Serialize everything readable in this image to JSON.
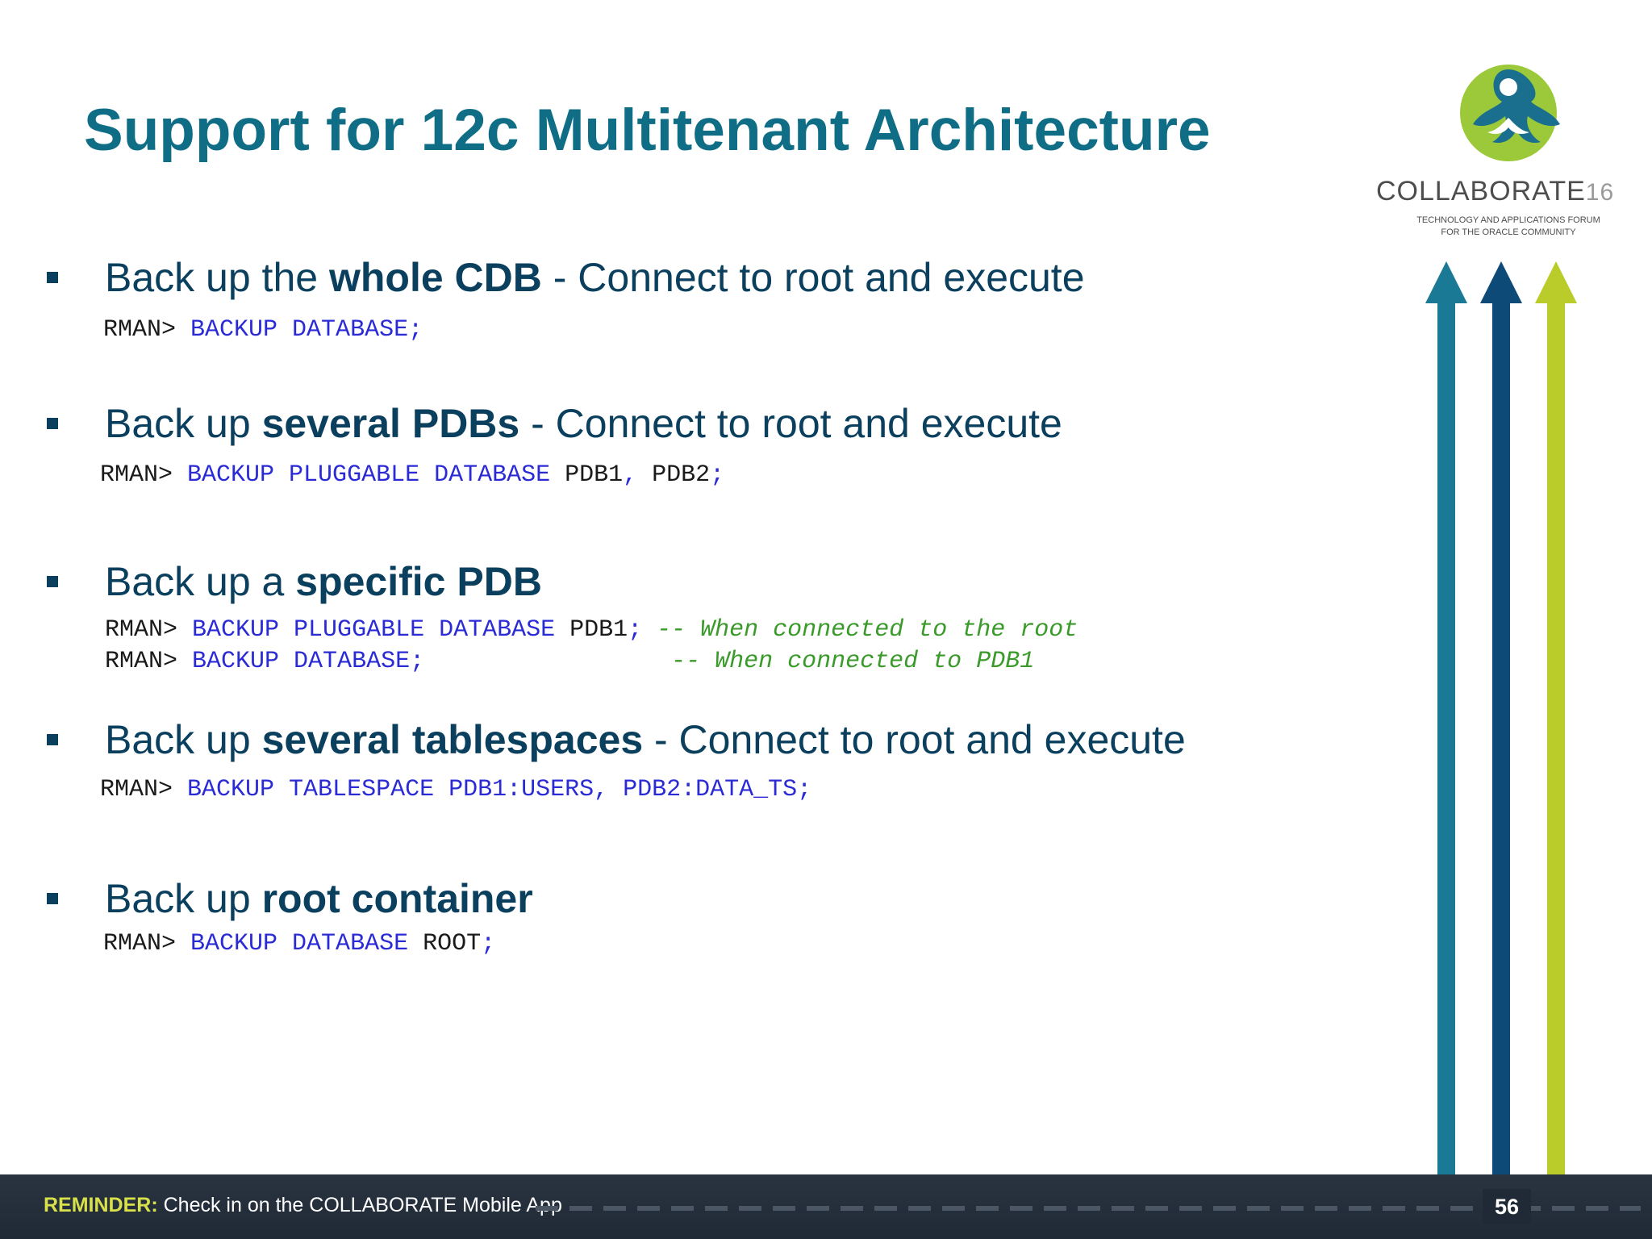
{
  "slide": {
    "title": "Support for 12c Multitenant Architecture",
    "page_number": "56"
  },
  "logo": {
    "wordmark": "COLLABORATE",
    "wordmark_number": "16",
    "tagline_line1": "TECHNOLOGY AND APPLICATIONS FORUM",
    "tagline_line2": "FOR THE ORACLE COMMUNITY"
  },
  "items": [
    {
      "pre": "Back up the ",
      "bold": "whole CDB",
      "post": " - Connect to root and execute",
      "code": [
        {
          "prompt": "RMAN> ",
          "keywords": "BACKUP DATABASE;"
        }
      ]
    },
    {
      "pre": "Back up ",
      "bold": "several PDBs",
      "post": " - Connect to root and execute",
      "code": [
        {
          "prompt": "RMAN> ",
          "keywords": "BACKUP PLUGGABLE DATABASE ",
          "value": "PDB1",
          "sep": ", ",
          "value2": "PDB2",
          "end": ";"
        }
      ]
    },
    {
      "pre": "Back up a ",
      "bold": "specific PDB",
      "post": "",
      "code": [
        {
          "prompt": "RMAN> ",
          "keywords": "BACKUP PLUGGABLE DATABASE ",
          "value": "PDB1",
          "end": ";",
          "comment": " -- When connected to the root"
        },
        {
          "prompt": "RMAN> ",
          "keywords": "BACKUP DATABASE;",
          "pad": "                ",
          "comment": " -- When connected to PDB1"
        }
      ]
    },
    {
      "pre": "Back up ",
      "bold": "several tablespaces",
      "post": " - Connect to root and execute",
      "code": [
        {
          "prompt": "RMAN> ",
          "keywords": "BACKUP TABLESPACE PDB1:USERS, PDB2:DATA_TS;"
        }
      ]
    },
    {
      "pre": "Back up ",
      "bold": "root container",
      "post": "",
      "code": [
        {
          "prompt": "RMAN> ",
          "keywords": "BACKUP DATABASE ",
          "value": "ROOT",
          "end": ";"
        }
      ]
    }
  ],
  "footer": {
    "reminder_label": "REMINDER:",
    "reminder_text": " Check in on the COLLABORATE Mobile App"
  },
  "colors": {
    "title": "#0f6e86",
    "body_text": "#0b3f5e",
    "code_keyword": "#2b2bd6",
    "code_comment": "#3a9a2a",
    "arrow_teal": "#1a7a96",
    "arrow_navy": "#0d4a78",
    "arrow_lime": "#b9cc2a"
  }
}
